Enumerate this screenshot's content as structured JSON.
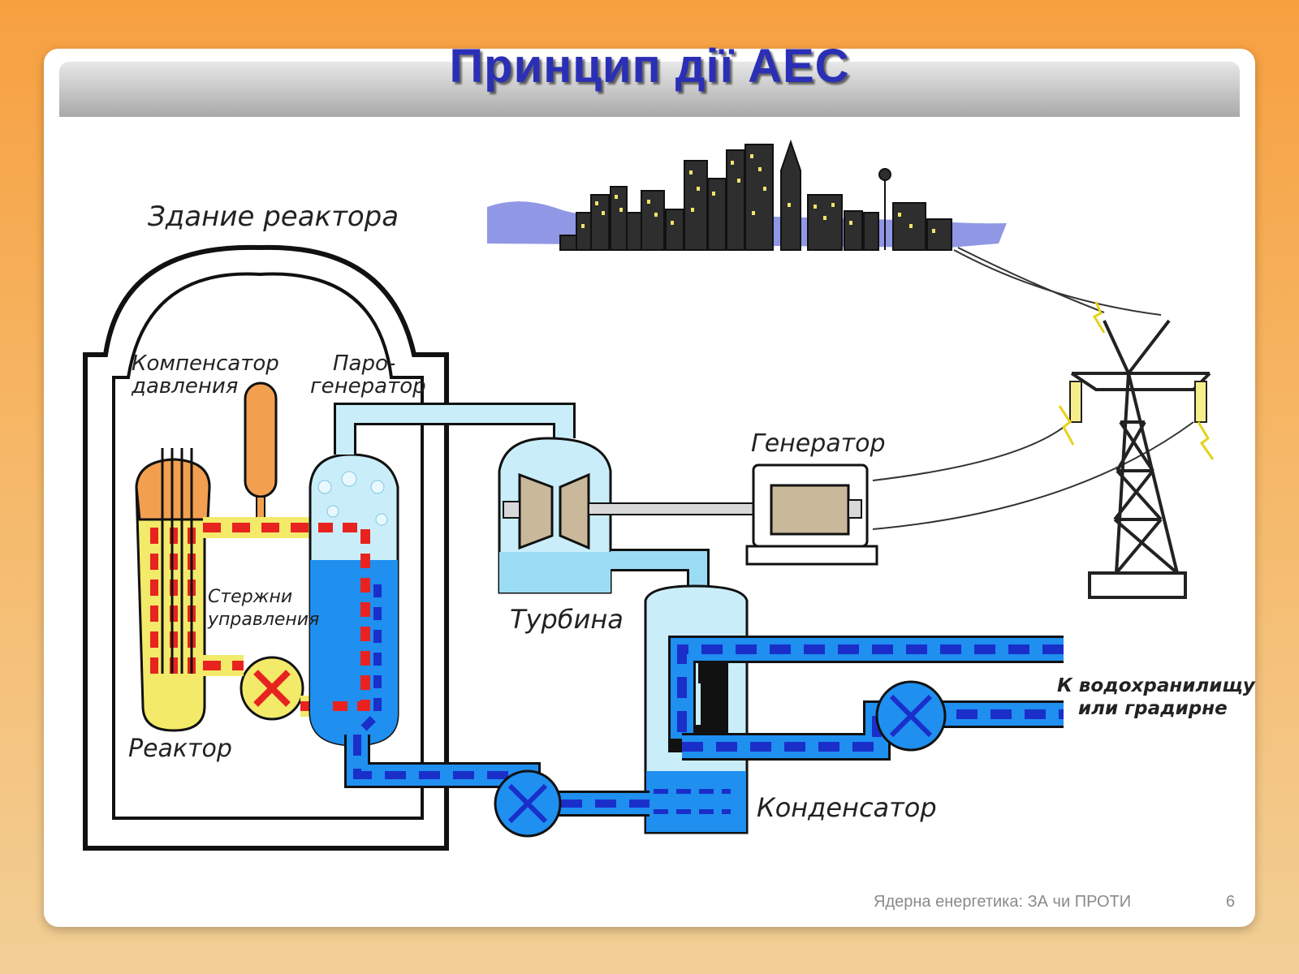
{
  "slide": {
    "title": "Принцип дії АЕС",
    "footer": "Ядерна енергетика: ЗА чи ПРОТИ",
    "page_number": "6"
  },
  "diagram": {
    "labels": {
      "reactor_building": "Здание реактора",
      "pressurizer_line1": "Компенсатор",
      "pressurizer_line2": "давления",
      "steam_gen_line1": "Паро-",
      "steam_gen_line2": "генератор",
      "control_rods_line1": "Стержни",
      "control_rods_line2": "управления",
      "reactor": "Реактор",
      "turbine": "Турбина",
      "generator": "Генератор",
      "condenser": "Конденсатор",
      "reservoir_line1": "К водохранилищу",
      "reservoir_line2": "или градирне"
    },
    "colors": {
      "title": "#2b2fb5",
      "hot_loop": "#e8231f",
      "reactor_fill": "#f3ea6a",
      "steam": "#c9eef9",
      "water": "#1f8ff0",
      "water_dash": "#1a2fc9"
    }
  }
}
